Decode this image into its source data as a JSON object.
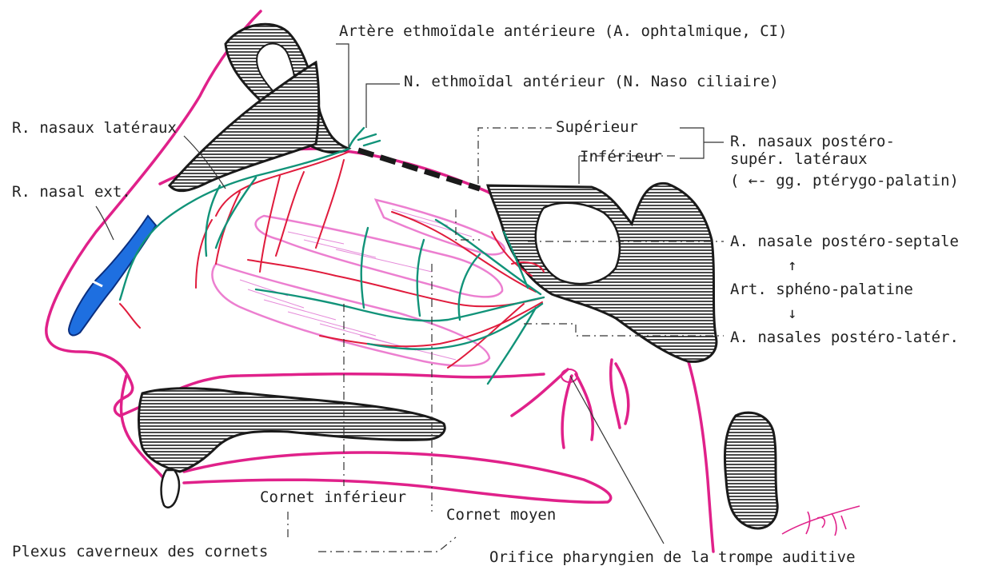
{
  "labels": {
    "ethmoid_artery": "Artère ethmoïdale antérieure (A. ophtalmique, CI)",
    "ethmoid_nerve": "N. ethmoïdal antérieur (N. Naso ciliaire)",
    "lateral_nasal_branches": "R. nasaux latéraux",
    "external_nasal_branch": "R. nasal ext.",
    "superior": "Supérieur",
    "inferior": "Inférieur",
    "posterosuperior_1": "R. nasaux postéro-",
    "posterosuperior_2": "supér. latéraux",
    "pterygopalatine": "( ←- gg. ptérygo-palatin)",
    "posteroseptal": "A. nasale postéro-septale",
    "arrow_up": "↑",
    "sphenopalatine": "Art. sphéno-palatine",
    "arrow_down": "↓",
    "posterolateral": "A. nasales postéro-latér.",
    "inferior_turbinate": "Cornet inférieur",
    "middle_turbinate": "Cornet moyen",
    "cavernous_plexus": "Plexus caverneux des cornets",
    "auditive_tube": "Orifice pharyngien de la trompe auditive"
  },
  "colors": {
    "outline": "#e0218a",
    "artery": "#e01b3c",
    "nerve": "#119379",
    "cartilage": "#1e6fe0",
    "turbinate": "#ec7fd0",
    "bone": "#1a1a1a"
  }
}
